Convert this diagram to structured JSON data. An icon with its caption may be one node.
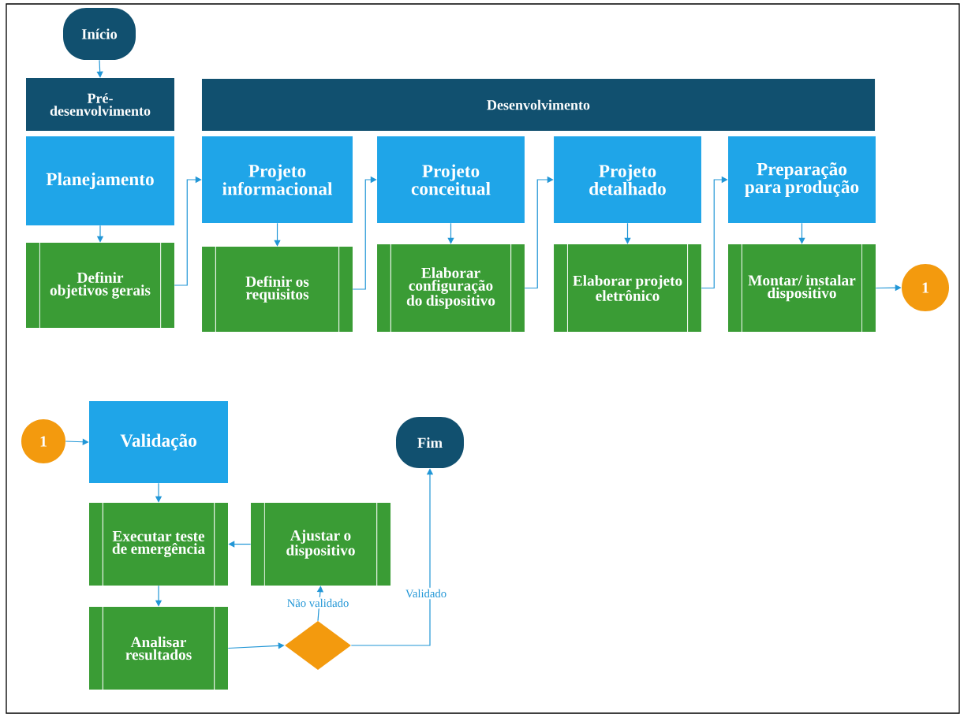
{
  "diagram": {
    "nodes": [
      {
        "text": [
          "Início"
        ]
      },
      {
        "text": [
          "Pré- desenvolvimento"
        ]
      },
      {
        "text": [
          "Desenvolvimento"
        ]
      },
      {
        "text": [
          "Planejamento"
        ]
      },
      {
        "text": [
          "Definir objetivos gerais"
        ]
      },
      {
        "text": [
          "Projeto informacional"
        ]
      },
      {
        "text": [
          "Definir os requisitos"
        ]
      },
      {
        "text": [
          "Projeto conceitual"
        ]
      },
      {
        "text": [
          "Elaborar configuração do dispositivo"
        ]
      },
      {
        "text": [
          "Projeto detalhado"
        ]
      },
      {
        "text": [
          "Elaborar projeto eletrônico"
        ]
      },
      {
        "text": [
          "Preparação para produção"
        ]
      },
      {
        "text": [
          "Montar/ instalar dispositivo"
        ]
      },
      {
        "text": [
          "1"
        ]
      },
      {
        "text": [
          "1"
        ]
      },
      {
        "text": [
          "Validação"
        ]
      },
      {
        "text": [
          "Fim"
        ]
      },
      {
        "text": [
          "Executar teste de emergência"
        ]
      },
      {
        "text": [
          "Ajustar o dispositivo"
        ]
      },
      {
        "text": [
          "Analisar resultados"
        ]
      },
      {
        "text": [],
        "shape": "diamond"
      }
    ],
    "edges": [
      {
        "from": 0,
        "to": 1,
        "arrow": "to"
      },
      {
        "from": 3,
        "to": 4,
        "arrow": "to"
      },
      {
        "from": 4,
        "to": 5,
        "arrow": "to"
      },
      {
        "from": 5,
        "to": 6,
        "arrow": "to"
      },
      {
        "from": 6,
        "to": 7,
        "arrow": "to"
      },
      {
        "from": 7,
        "to": 8,
        "arrow": "to"
      },
      {
        "from": 8,
        "to": 9,
        "arrow": "to"
      },
      {
        "from": 9,
        "to": 10,
        "arrow": "to"
      },
      {
        "from": 10,
        "to": 11,
        "arrow": "to"
      },
      {
        "from": 11,
        "to": 12,
        "arrow": "to"
      },
      {
        "from": 12,
        "to": 13,
        "arrow": "to"
      },
      {
        "from": 14,
        "to": 15,
        "arrow": "to"
      },
      {
        "from": 15,
        "to": 17,
        "arrow": "to"
      },
      {
        "from": 18,
        "to": 17,
        "arrow": "to"
      },
      {
        "from": 17,
        "to": 19,
        "arrow": "to"
      },
      {
        "from": 19,
        "to": 20,
        "arrow": "to"
      },
      {
        "from": 20,
        "to": 18,
        "arrow": "to",
        "label": "Não validado"
      },
      {
        "from": 20,
        "to": 16,
        "arrow": "to",
        "label": "Validado"
      }
    ]
  }
}
